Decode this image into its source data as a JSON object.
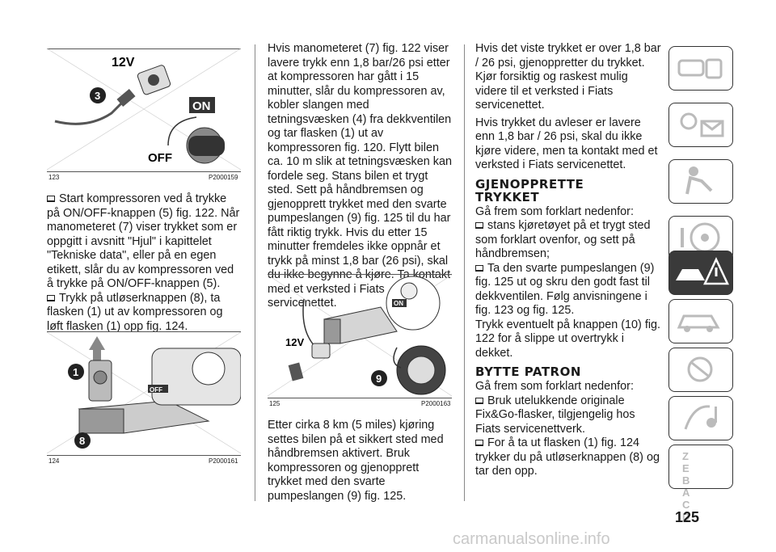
{
  "figures": {
    "fig123": {
      "number": "123",
      "code": "P2000159",
      "label_12v": "12V",
      "label_3": "3",
      "label_on": "ON",
      "label_off": "OFF"
    },
    "fig124": {
      "number": "124",
      "code": "P2000161",
      "label_1": "1",
      "label_8": "8",
      "label_off": "OFF"
    },
    "fig125": {
      "number": "125",
      "code": "P2000163",
      "label_12v": "12V",
      "label_9": "9",
      "label_on": "ON"
    }
  },
  "col1": {
    "bullet1": "Start kompressoren ved å trykke på ON/OFF-knappen (5) fig. 122. Når manometeret (7) viser trykket som er oppgitt i avsnitt \"Hjul\" i kapittelet \"Tekniske data\", eller på en egen etikett, slår du av kompressoren ved å trykke på ON/OFF-knappen (5).",
    "bullet2": "Trykk på utløserknappen (8), ta flasken (1) ut av kompressoren og løft flasken (1) opp fig. 124."
  },
  "col2": {
    "para1": "Hvis manometeret (7) fig. 122 viser lavere trykk enn 1,8 bar/26 psi etter at kompressoren har gått i 15 minutter, slår du kompressoren av, kobler slangen med tetningsvæsken (4) fra dekkventilen og tar flasken (1) ut av kompressoren fig. 120. Flytt bilen ca. 10 m slik at tetningsvæsken kan fordele seg. Stans bilen et trygt sted. Sett på håndbremsen og gjenopprett trykket med den svarte pumpeslangen (9) fig. 125 til du har fått riktig trykk. Hvis du etter 15 minutter fremdeles ikke oppnår et trykk på minst 1,8 bar (26 psi), skal du ikke begynne å kjøre. Ta kontakt med et verksted i Fiats servicenettet.",
    "para2": "Etter cirka 8 km (5 miles) kjøring settes bilen på et sikkert sted med håndbremsen aktivert. Bruk kompressoren og gjenopprett trykket med den svarte pumpeslangen (9) fig. 125."
  },
  "col3": {
    "para1": "Hvis det viste trykket er over 1,8 bar / 26 psi, gjenoppretter du trykket. Kjør forsiktig og raskest mulig videre til et verksted i Fiats servicenettet.",
    "para2": "Hvis trykket du avleser er lavere enn 1,8 bar / 26 psi, skal du ikke kjøre videre, men ta kontakt med et verksted i Fiats servicenettet.",
    "heading1": "GJENOPPRETTE TRYKKET",
    "intro1": "Gå frem som forklart nedenfor:",
    "bullet1": "stans kjøretøyet på et trygt sted som forklart ovenfor, og sett på håndbremsen;",
    "bullet2": "Ta den svarte pumpeslangen (9) fig. 125 ut og skru den godt fast til dekkventilen. Følg anvisningene i fig. 123 og fig. 125.",
    "para3": "Trykk eventuelt på knappen (10) fig. 122 for å slippe ut overtrykk i dekket.",
    "heading2": "BYTTE PATRON",
    "intro2": "Gå frem som forklart nedenfor:",
    "bullet3": "Bruk utelukkende originale Fix&Go-flasker, tilgjengelig hos Fiats servicenettverk.",
    "bullet4": "For å ta ut flasken (1) fig. 124 trykker du på utløserknappen (8) og tar den opp."
  },
  "sidebar": {
    "tabs": [
      {
        "icon": "car-dashboard-icon"
      },
      {
        "icon": "warning-lights-icon"
      },
      {
        "icon": "safety-airbag-icon"
      },
      {
        "icon": "steering-wheel-icon"
      },
      {
        "icon": "emergency-icon",
        "active": true
      },
      {
        "icon": "maintenance-car-icon"
      },
      {
        "icon": "technical-data-icon"
      },
      {
        "icon": "multimedia-icon"
      },
      {
        "icon": "index-icon"
      }
    ],
    "index_letters": "Z E B A C D"
  },
  "page": {
    "number": "125",
    "watermark": "carmanualsonline.info"
  }
}
